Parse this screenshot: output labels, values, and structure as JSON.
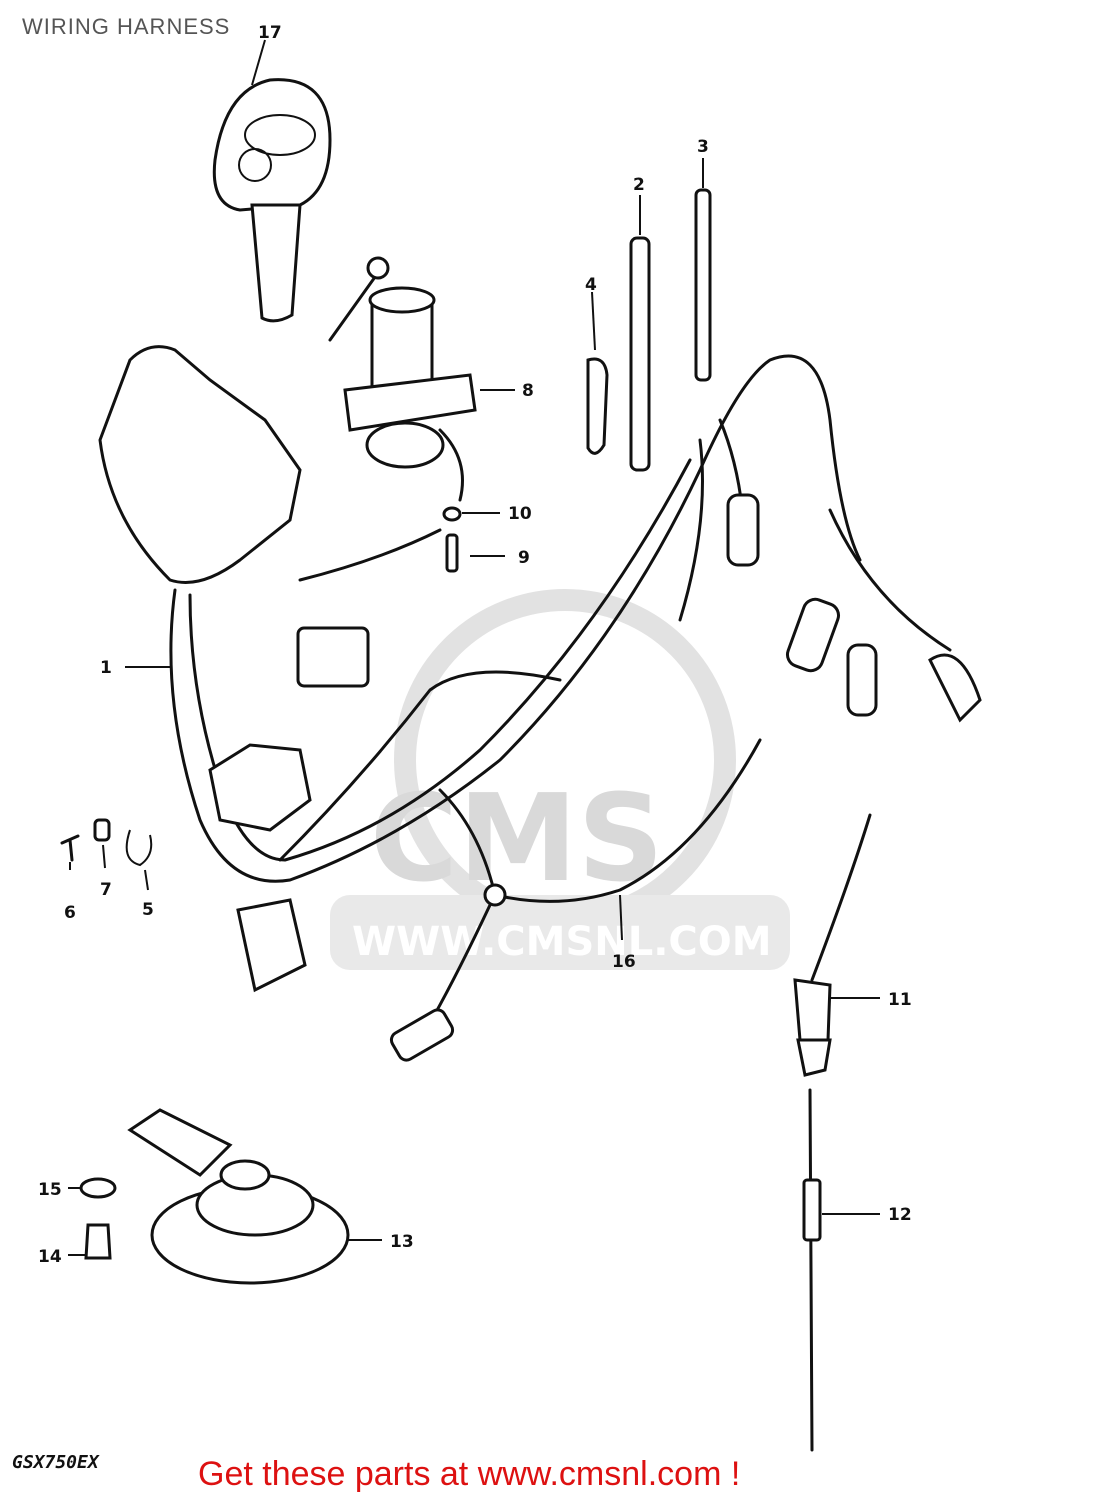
{
  "header": {
    "title": "WIRING HARNESS"
  },
  "footer": {
    "model_code": "GSX750EX",
    "promo_text": "Get these parts at www.cmsnl.com !"
  },
  "watermark": {
    "logo_text": "CMS",
    "url_text": "WWW.CMSNL.COM"
  },
  "callouts": [
    "1",
    "2",
    "3",
    "4",
    "5",
    "6",
    "7",
    "8",
    "9",
    "10",
    "11",
    "12",
    "13",
    "14",
    "15",
    "16",
    "17"
  ],
  "colors": {
    "promo": "#dd1111",
    "watermark": "#d9d9d9",
    "lines": "#111111"
  }
}
